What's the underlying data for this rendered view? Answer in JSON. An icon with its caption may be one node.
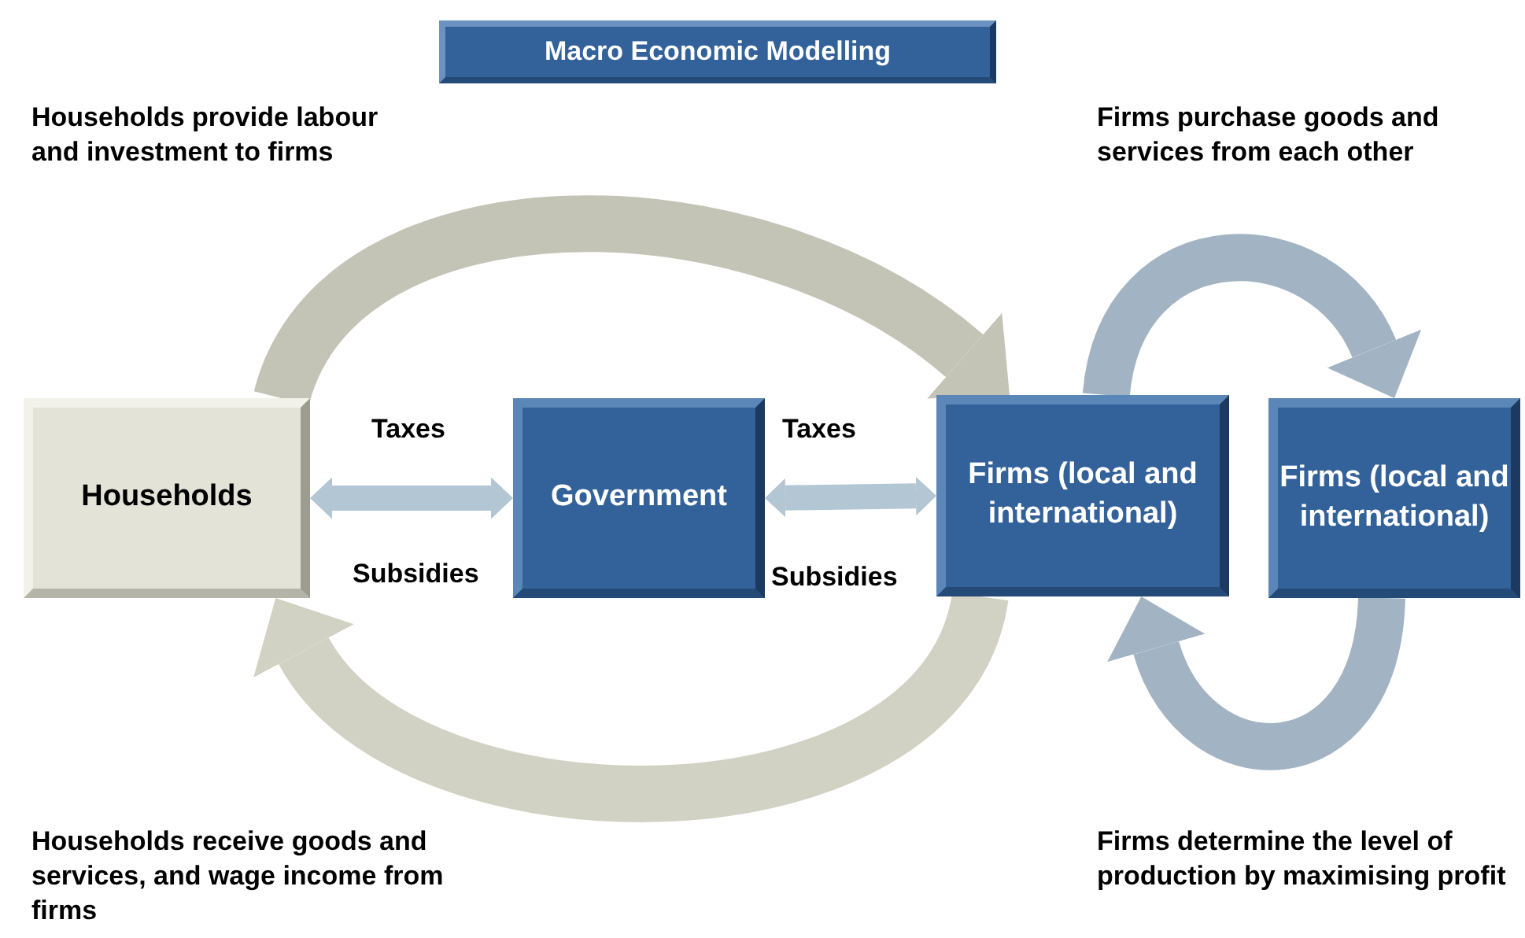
{
  "diagram": {
    "title": "Macro Economic Modelling",
    "nodes": [
      {
        "text": [
          "Households"
        ]
      },
      {
        "text": [
          "Government"
        ]
      },
      {
        "text": [
          "Firms (local and international)"
        ]
      },
      {
        "text": [
          "Firms (local and international)"
        ]
      }
    ],
    "edges": [
      {
        "from": 0,
        "to": 2,
        "arrow": "to",
        "label": "Households provide labour and investment to firms",
        "color": "#c4c4b6"
      },
      {
        "from": 2,
        "to": 3,
        "arrow": "to",
        "label": "Firms purchase goods and services from each other",
        "color": "#a2b4c3"
      },
      {
        "from": 3,
        "to": 2,
        "arrow": "to",
        "label": "Firms determine the level of production by maximising profit",
        "color": "#a2b4c3"
      },
      {
        "from": 2,
        "to": 0,
        "arrow": "to",
        "label": "Households receive goods and services, and wage income from firms",
        "color": "#d2d2c4"
      },
      {
        "from": 0,
        "to": 1,
        "arrow": "both",
        "color": "#b3c6d4"
      },
      {
        "from": 1,
        "to": 2,
        "arrow": "both",
        "color": "#b3c6d4"
      }
    ],
    "labels": [
      "Taxes",
      "Subsidies",
      "Taxes",
      "Subsidies"
    ]
  }
}
